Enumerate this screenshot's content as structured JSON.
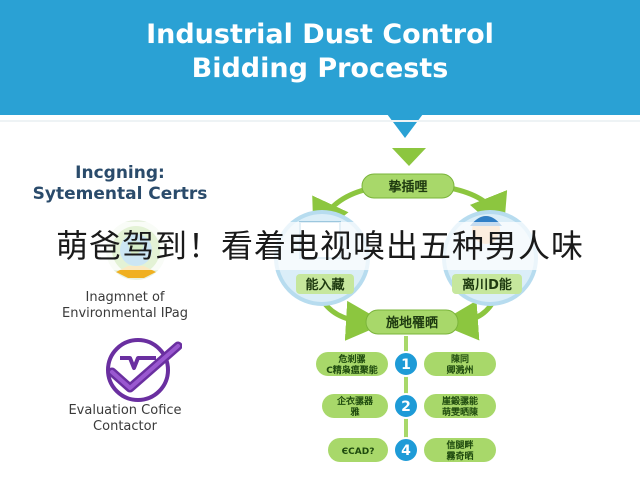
{
  "header": {
    "title_line1": "Industrial Dust Control",
    "title_line2": "Bidding Procests",
    "bg_color": "#2aa1d4"
  },
  "left_panel": {
    "heading_line1": "Incgning:",
    "heading_line2": "Sytemental Certrs",
    "item1": {
      "icon": "globe-badge-icon",
      "caption_line1": "Inagmnet of",
      "caption_line2": "Environmental IPag"
    },
    "item2": {
      "icon": "purple-checkmark-icon",
      "caption_line1": "Evaluation Cofice",
      "caption_line2": "Contactor"
    }
  },
  "flow": {
    "top_node": "挚插哩",
    "left_node": "能入藏",
    "right_node": "离川D能",
    "bottom_node": "施地罹晒",
    "cycle_color": "#8cc63f",
    "steps": [
      {
        "number": "1",
        "left_line1": "危剎骡",
        "left_line2": "C精枭瘟聚能",
        "right_line1": "陳同",
        "right_line2": "卿溅州"
      },
      {
        "number": "2",
        "left_line1": "企衣骡器",
        "left_line2": "雅",
        "right_line1": "崖鍛骡能",
        "right_line2": "萌雯晒陳"
      },
      {
        "number": "4",
        "left_line1": "ЄCAD?",
        "left_line2": "",
        "right_line1": "信腿畔",
        "right_line2": "霧奇晒"
      }
    ],
    "step_badge_color": "#1e9bd7"
  },
  "overlay_banner": {
    "text": "萌爸驾到！看着电视嗅出五种男人味"
  }
}
